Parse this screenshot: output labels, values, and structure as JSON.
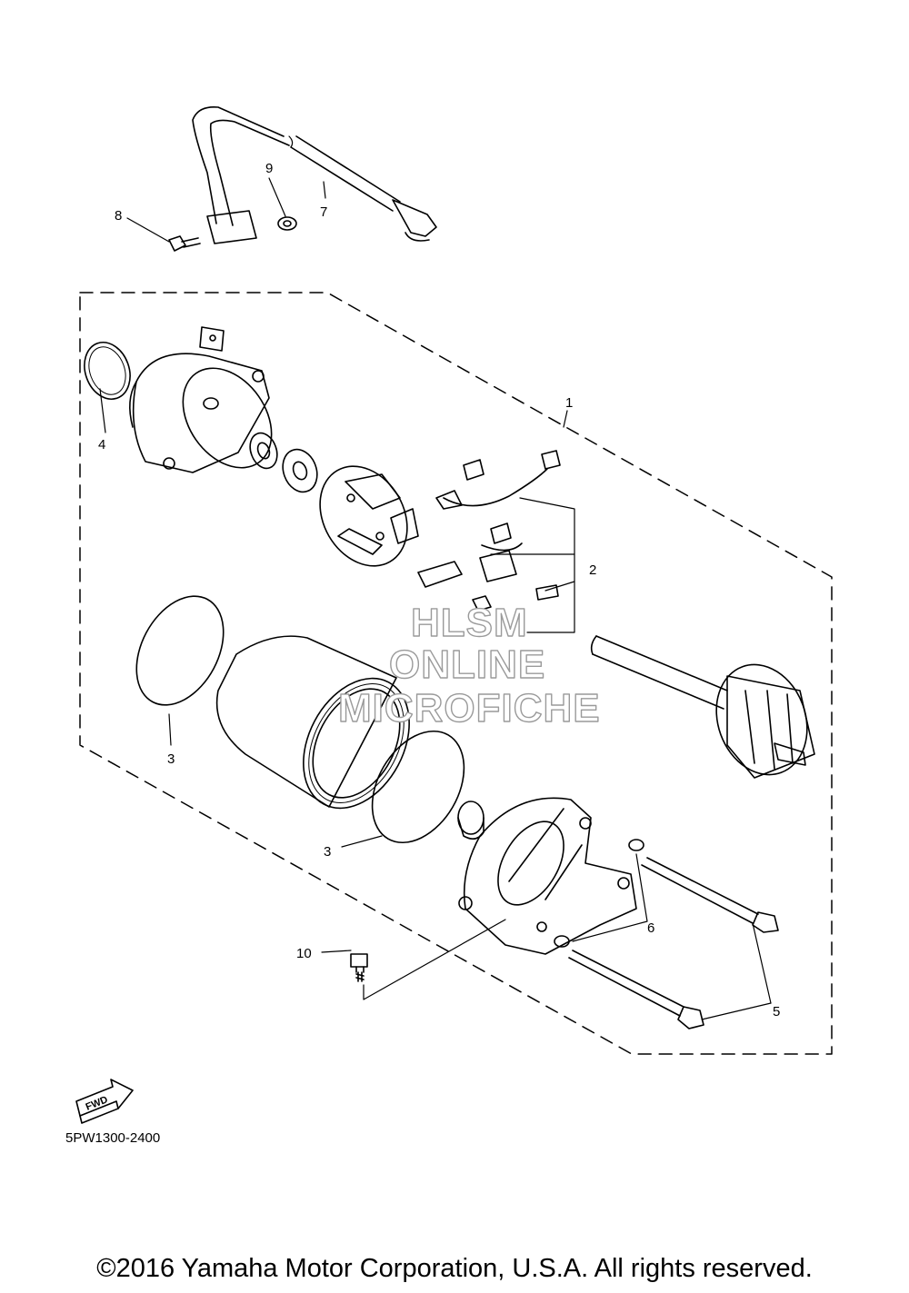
{
  "diagram": {
    "callouts": [
      "1",
      "2",
      "3",
      "3",
      "4",
      "5",
      "6",
      "7",
      "8",
      "9",
      "10"
    ],
    "watermark": [
      "HLSM",
      "ONLINE",
      "MICROFICHE"
    ],
    "fwd_badge": "FWD",
    "diagram_code": "5PW1300-2400",
    "copyright": "©2016 Yamaha Motor Corporation, U.S.A. All rights reserved."
  }
}
